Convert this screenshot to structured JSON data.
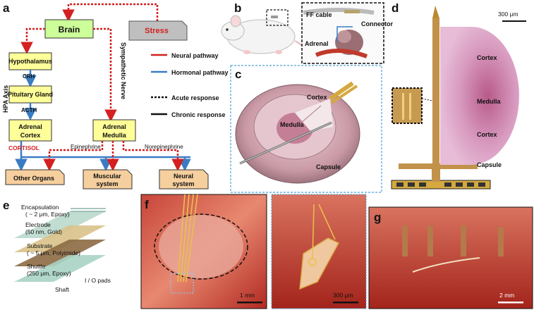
{
  "panels": {
    "a": "a",
    "b": "b",
    "c": "c",
    "d": "d",
    "e": "e",
    "f": "f",
    "g": "g"
  },
  "flowchart": {
    "brain": "Brain",
    "stress": "Stress",
    "hypothalamus": "Hypothalamus",
    "crh": "CRH",
    "pituitary": "Pituitary Gland",
    "acth": "ACTH",
    "adrenal_cortex_l1": "Adrenal",
    "adrenal_cortex_l2": "Cortex",
    "adrenal_medulla_l1": "Adrenal",
    "adrenal_medulla_l2": "Medulla",
    "hpa_axis": "HPA Axis",
    "sympathetic_nerve": "Sympathetic Nerve",
    "cortisol": "CORTISOL",
    "epinephrine": "Epinephrine",
    "norepinephrine": "Norepinephrine",
    "other_organs": "Other Organs",
    "muscular_l1": "Muscular",
    "muscular_l2": "system",
    "neural_l1": "Neural",
    "neural_l2": "system"
  },
  "legend": {
    "neural": "Neural pathway",
    "hormonal": "Hormonal pathway",
    "acute": "Acute response",
    "chronic": "Chronic response"
  },
  "panel_b": {
    "ff_cable": "FF cable",
    "connector": "Connector",
    "adrenal": "Adrenal"
  },
  "panel_c": {
    "cortex": "Cortex",
    "medulla": "Medulla",
    "capsule": "Capsule"
  },
  "panel_d": {
    "scale": "300 μm",
    "cortex_top": "Cortex",
    "medulla": "Medulla",
    "cortex_bottom": "Cortex",
    "capsule": "Capsule"
  },
  "panel_e": {
    "encapsulation_l1": "Encapsulation",
    "encapsulation_l2": "( ~ 2 μm, Epoxy)",
    "electrode_l1": "Electrode",
    "electrode_l2": "(50 nm, Gold)",
    "substrate": "Substrate",
    "substrate_l2": "( ~ 5 μm, Polyimide)",
    "shuttle_l1": "Shuttle",
    "shuttle_l2": "(250 μm, Epoxy)",
    "io_pads": "I / O pads",
    "shaft": "Shaft"
  },
  "panel_f": {
    "scale_left": "1 mm",
    "scale_right": "300 μm"
  },
  "panel_g": {
    "scale": "2 mm"
  },
  "colors": {
    "neural": "#d42020",
    "hormonal": "#3a7cc4",
    "box_yellow": "#ffff99",
    "box_orange": "#f6cf9e",
    "brain_green": "#ccff99",
    "stress_gray": "#bfbfbf"
  }
}
